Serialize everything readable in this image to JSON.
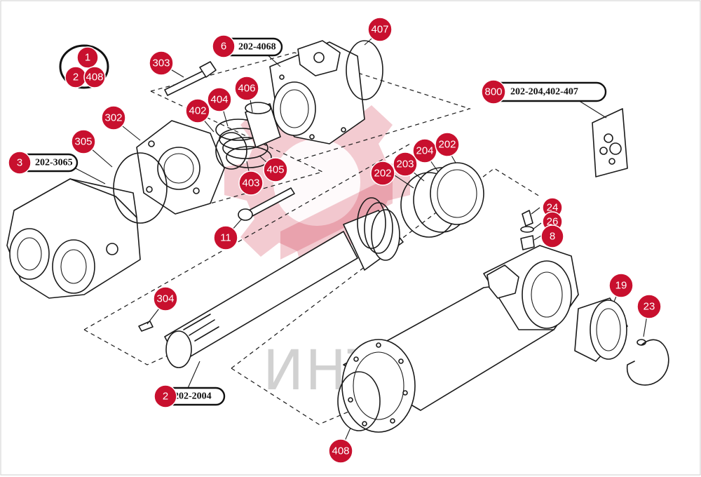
{
  "diagram": {
    "watermark_text": "ИНТЕХ",
    "colors": {
      "badge": "#c8102e",
      "line": "#1a1a1a",
      "background": "#ffffff"
    },
    "ref_labels": [
      {
        "id": "ref-202-4068",
        "text": "202-4068"
      },
      {
        "id": "ref-202-3065",
        "text": "202-3065"
      },
      {
        "id": "ref-202-2004",
        "text": "202-2004"
      },
      {
        "id": "ref-800",
        "text": "202-204,402-407"
      }
    ],
    "callouts": [
      {
        "id": "c1",
        "text": "1"
      },
      {
        "id": "c2a",
        "text": "2"
      },
      {
        "id": "c2a-ref",
        "text": "408"
      },
      {
        "id": "c6",
        "text": "6"
      },
      {
        "id": "c303",
        "text": "303"
      },
      {
        "id": "c407",
        "text": "407"
      },
      {
        "id": "c406",
        "text": "406"
      },
      {
        "id": "c404",
        "text": "404"
      },
      {
        "id": "c402",
        "text": "402"
      },
      {
        "id": "c302",
        "text": "302"
      },
      {
        "id": "c305",
        "text": "305"
      },
      {
        "id": "c3",
        "text": "3"
      },
      {
        "id": "c405",
        "text": "405"
      },
      {
        "id": "c403",
        "text": "403"
      },
      {
        "id": "c11",
        "text": "11"
      },
      {
        "id": "c800",
        "text": "800"
      },
      {
        "id": "c204",
        "text": "204"
      },
      {
        "id": "c202a",
        "text": "202"
      },
      {
        "id": "c203",
        "text": "203"
      },
      {
        "id": "c202b",
        "text": "202"
      },
      {
        "id": "c24",
        "text": "24"
      },
      {
        "id": "c26",
        "text": "26"
      },
      {
        "id": "c8",
        "text": "8"
      },
      {
        "id": "c304",
        "text": "304"
      },
      {
        "id": "c19",
        "text": "19"
      },
      {
        "id": "c23",
        "text": "23"
      },
      {
        "id": "c2b",
        "text": "2"
      },
      {
        "id": "c408",
        "text": "408"
      }
    ]
  }
}
